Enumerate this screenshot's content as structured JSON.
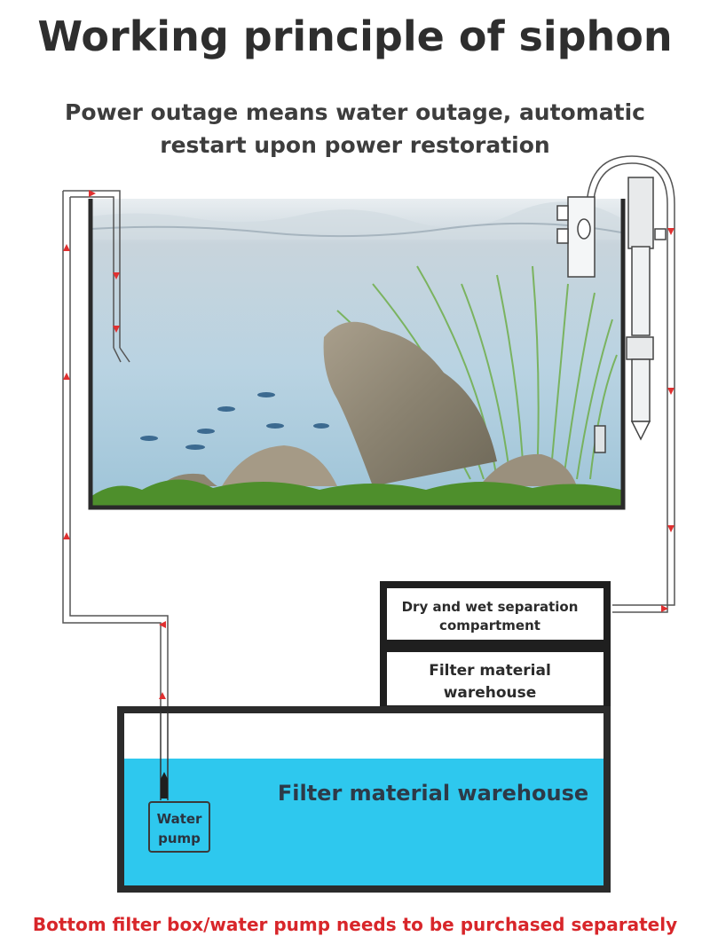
{
  "title": "Working principle of siphon",
  "subtitle": "Power outage means water outage, automatic restart upon power restoration",
  "labels": {
    "dry_wet": "Dry and wet separation compartment",
    "filter_upper": "Filter material warehouse",
    "filter_main": "Filter material warehouse",
    "pump": "Water pump"
  },
  "footer": "Bottom filter box/water pump needs to be purchased separately",
  "colors": {
    "water_blue": "#2ec8ee",
    "arrow_red": "#e03030",
    "frame_dark": "#222222",
    "footer_red": "#d8262a"
  }
}
